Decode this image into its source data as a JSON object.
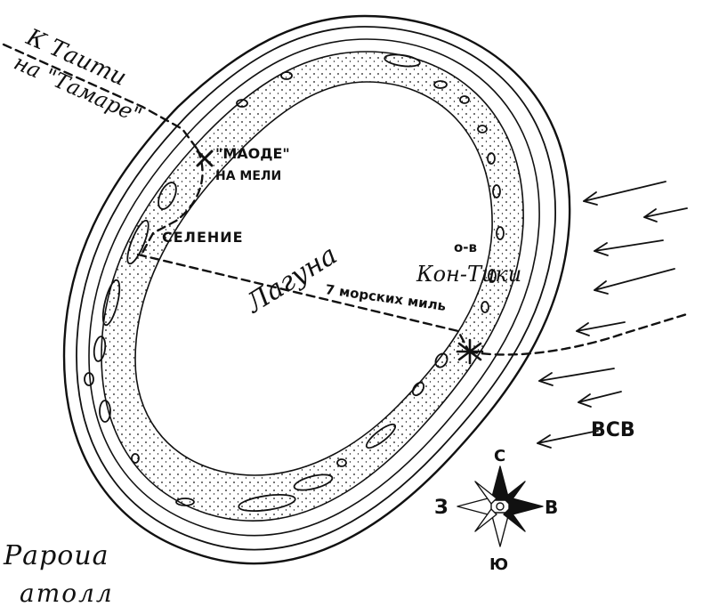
{
  "map": {
    "route_labels": {
      "to_tahiti": "К Таити",
      "on_tamara": "на \"Тамаре\""
    },
    "places": {
      "wreck": "\"МАОДЕ\"",
      "wreck_sub": "НА МЕЛИ",
      "village": "СЕЛЕНИЕ",
      "lagoon": "Лагуна",
      "distance": "7 морских миль",
      "island_prefix": "о-в",
      "island_name": "Кон-Тики"
    },
    "wind": {
      "label": "ВСВ",
      "arrow_count": 8
    },
    "compass": {
      "north": "С",
      "south": "Ю",
      "east": "В",
      "west": "З"
    },
    "title": {
      "line1": "Рароиа",
      "line2": "атолл"
    },
    "colors": {
      "ink": "#111111",
      "paper": "#ffffff"
    }
  }
}
